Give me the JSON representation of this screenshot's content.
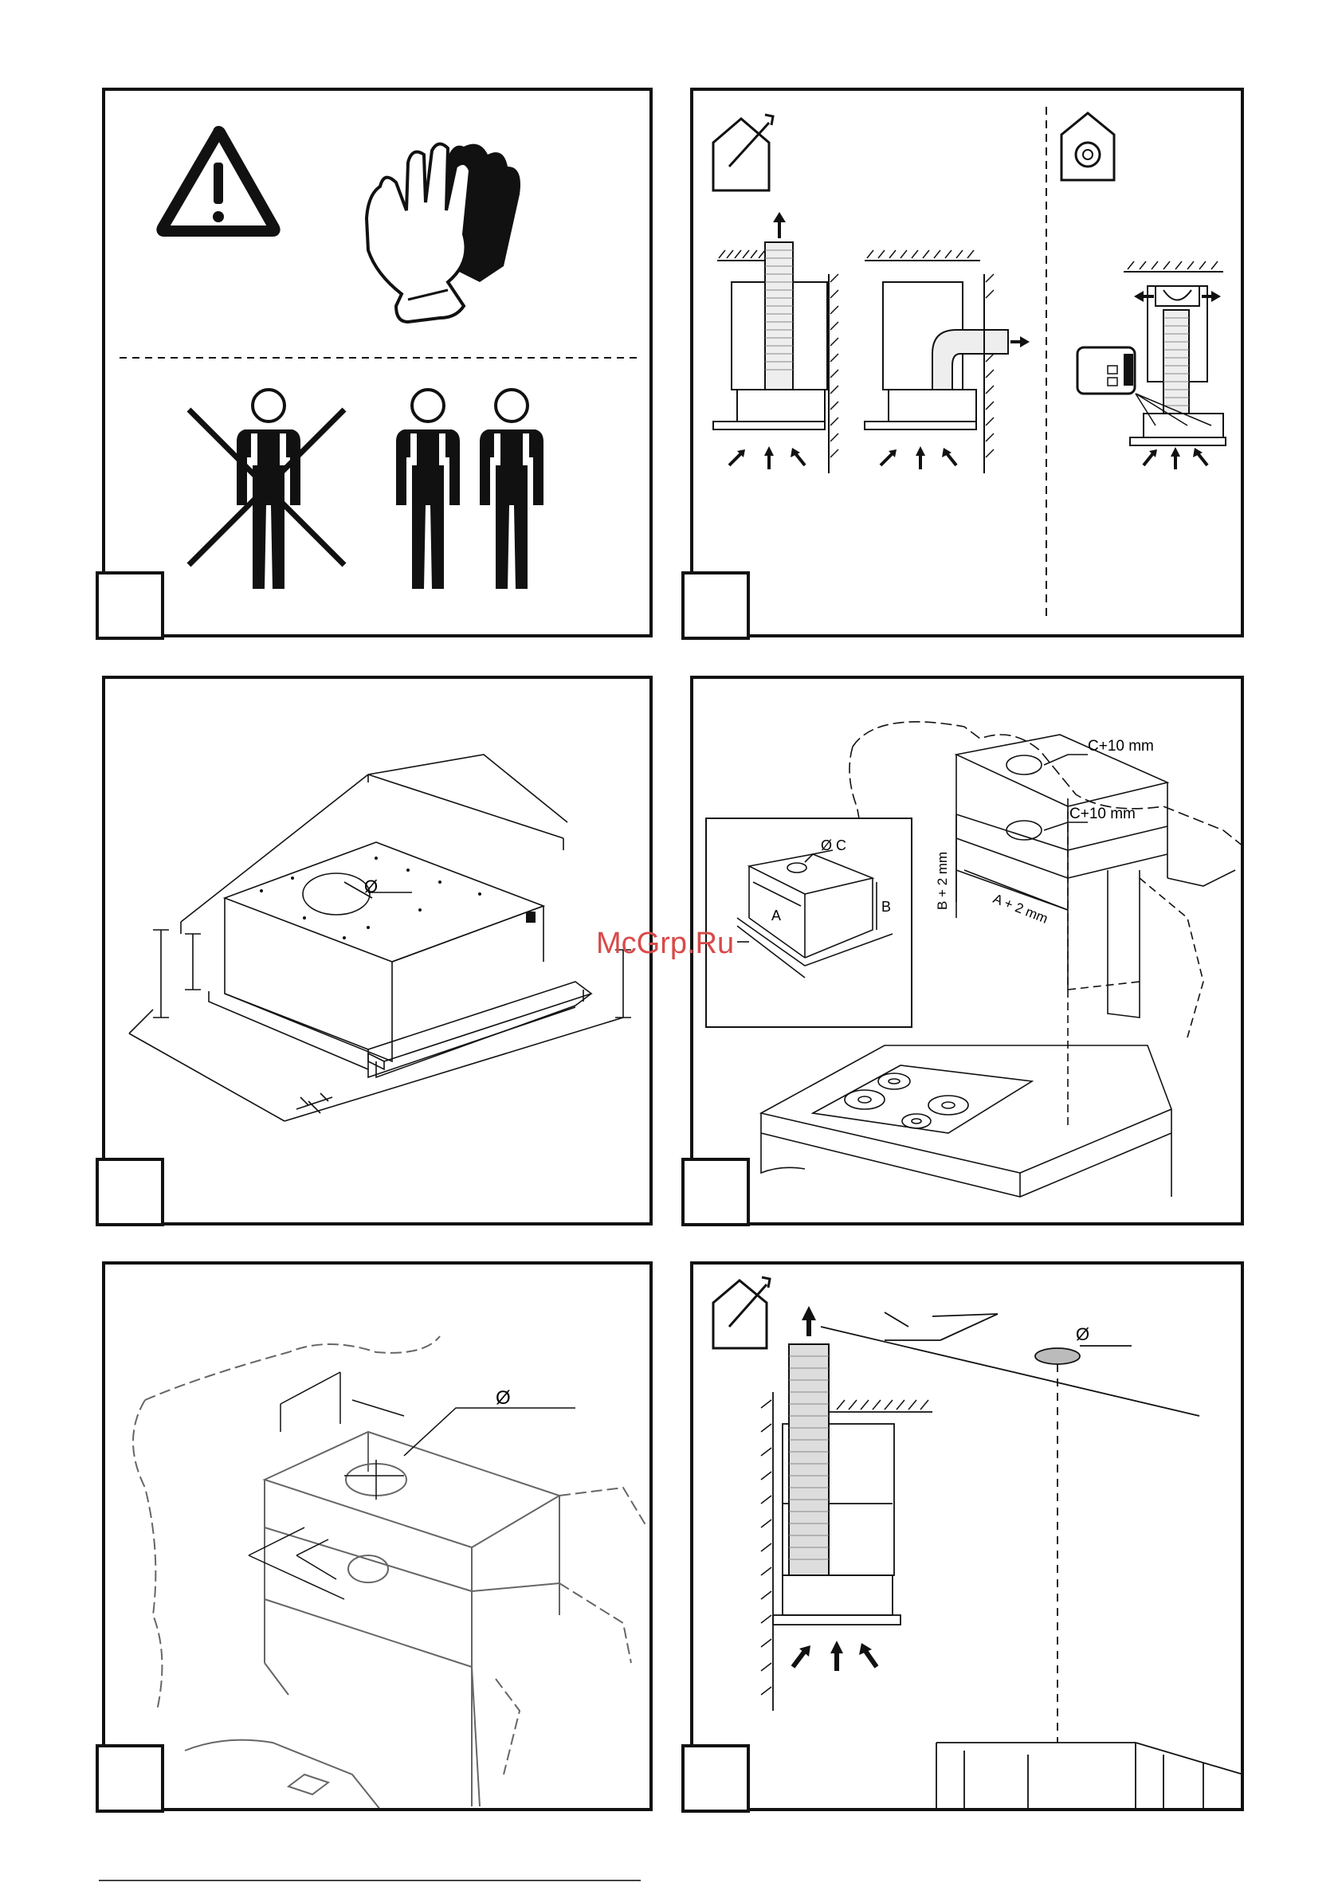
{
  "watermark": "McGrp.Ru",
  "labels": {
    "diameter": "Ø",
    "diameter_c": "Ø C",
    "c_plus_10_upper": "C+10 mm",
    "c_plus_10_lower": "C+10 mm",
    "b_plus_2": "B + 2 mm",
    "a_plus_2": "A + 2 mm",
    "dim_a": "A",
    "dim_b": "B"
  },
  "panels": [
    {
      "name": "safety-panel",
      "content": [
        "warning-icon",
        "gloves-icon",
        "single-installer-crossed-icon",
        "two-installers-icon"
      ]
    },
    {
      "name": "ventilation-modes-panel",
      "content": [
        "exhaust-mode-icon",
        "recirculation-mode-icon"
      ]
    },
    {
      "name": "hood-dimensions-panel",
      "content": [
        "hood-drawing"
      ]
    },
    {
      "name": "cabinet-cutout-panel",
      "content": [
        "cabinet-drawing",
        "hob-drawing"
      ]
    },
    {
      "name": "cabinet-hole-marking-panel",
      "content": [
        "cabinet-hole-drawing"
      ]
    },
    {
      "name": "ceiling-duct-panel",
      "content": [
        "exhaust-mode-icon",
        "ceiling-duct-drawing"
      ]
    }
  ]
}
